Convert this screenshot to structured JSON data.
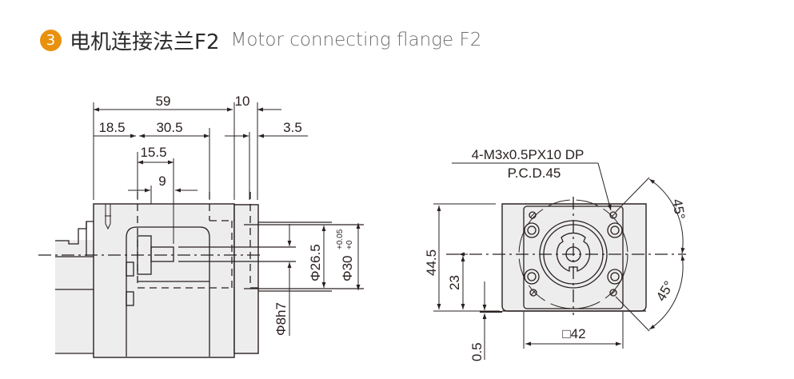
{
  "header": {
    "step_number": "3",
    "title_cn": "电机连接法兰F2",
    "title_en": "Motor connecting flange F2",
    "accent_color": "#e8910e"
  },
  "side_view": {
    "dims": {
      "overall_length": "59",
      "flange_length": "10",
      "offset_a": "18.5",
      "offset_b": "30.5",
      "offset_c": "3.5",
      "coupling_length": "15.5",
      "shaft_length": "9",
      "bore_diameter": "Φ26.5",
      "pilot_diameter": "Φ30",
      "pilot_tol_upper": "+0.05",
      "pilot_tol_lower": "+0",
      "shaft_diameter": "Φ8h7"
    }
  },
  "front_view": {
    "dims": {
      "thread_spec": "4-M3x0.5PX10 DP",
      "pcd": "P.C.D.45",
      "angle_upper": "45°",
      "angle_lower": "45°",
      "height": "44.5",
      "center_height": "23",
      "base_gap": "0.5",
      "square_size": "□42"
    }
  }
}
